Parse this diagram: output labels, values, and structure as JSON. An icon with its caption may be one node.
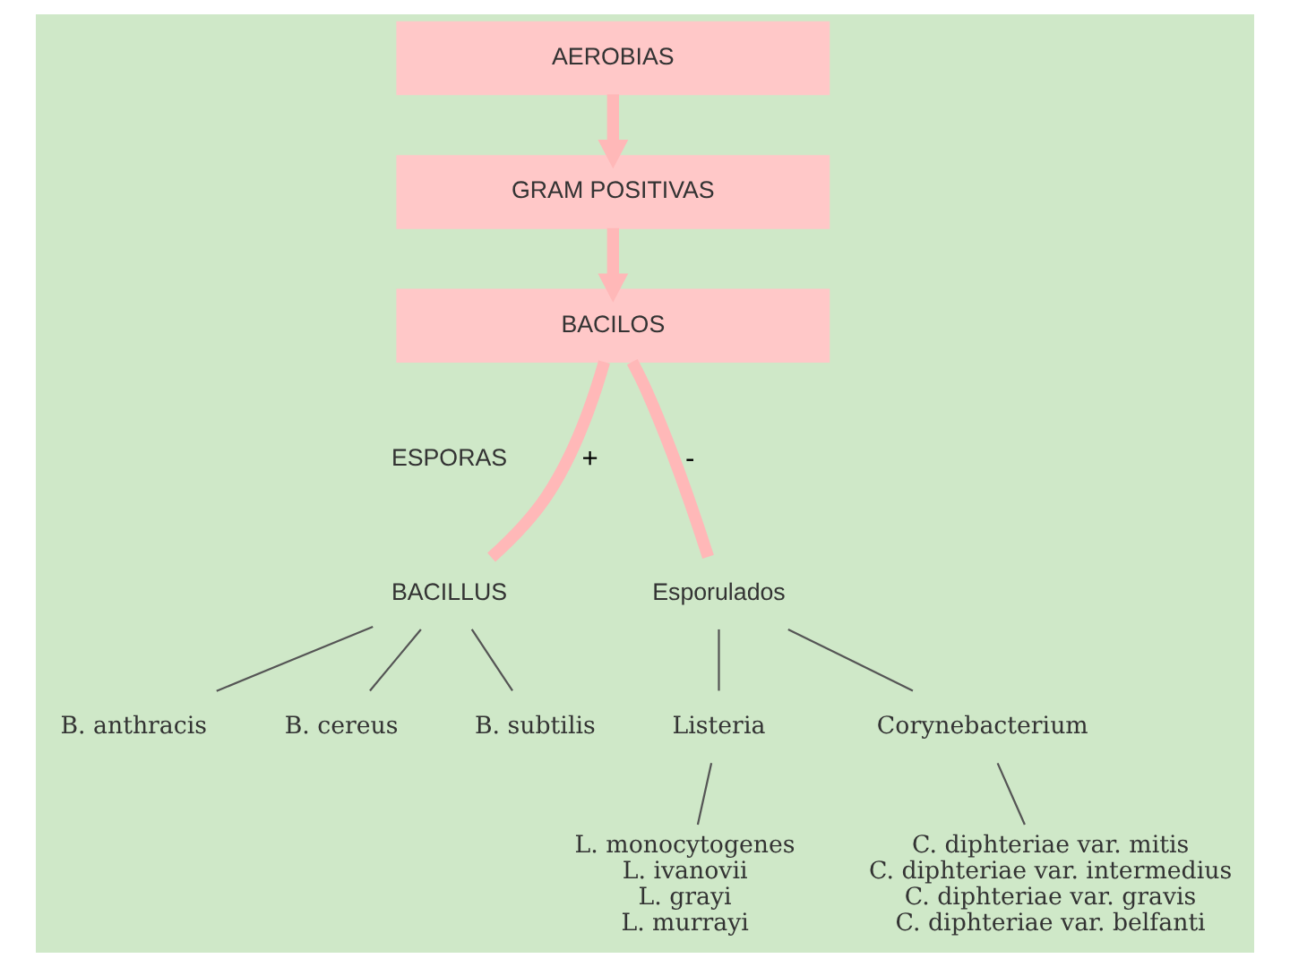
{
  "diagram": {
    "nodes": [
      {
        "text": [
          "AEROBIAS"
        ]
      },
      {
        "text": [
          "GRAM POSITIVAS"
        ]
      },
      {
        "text": [
          "BACILOS"
        ]
      },
      {
        "text": [
          "BACILLUS"
        ]
      },
      {
        "text": [
          "Esporulados"
        ]
      },
      {
        "text": [
          "B. anthracis"
        ]
      },
      {
        "text": [
          "B. cereus"
        ]
      },
      {
        "text": [
          "B. subtilis"
        ]
      },
      {
        "text": [
          "Listeria"
        ]
      },
      {
        "text": [
          "Corynebacterium"
        ]
      },
      {
        "text": [
          "L. monocytogenes",
          "L. ivanovii",
          "L. grayi",
          "L. murrayi"
        ]
      },
      {
        "text": [
          "C. diphteriae var. mitis",
          "C. diphteriae var. intermedius",
          "C. diphteriae var. gravis",
          "C. diphteriae var. belfanti"
        ]
      }
    ],
    "edges": [
      {
        "from": 0,
        "to": 1,
        "arrow": "to",
        "style": "thick",
        "color": "#ffb8b8"
      },
      {
        "from": 1,
        "to": 2,
        "arrow": "to",
        "style": "thick",
        "color": "#ffb8b8"
      },
      {
        "from": 2,
        "to": 3,
        "arrow": "none",
        "label": "+",
        "style": "thick",
        "color": "#ffb8b8"
      },
      {
        "from": 2,
        "to": 4,
        "arrow": "none",
        "label": "-",
        "style": "thick",
        "color": "#ffb8b8"
      },
      {
        "from": 3,
        "to": 5,
        "arrow": "none"
      },
      {
        "from": 3,
        "to": 6,
        "arrow": "none"
      },
      {
        "from": 3,
        "to": 7,
        "arrow": "none"
      },
      {
        "from": 4,
        "to": 8,
        "arrow": "none"
      },
      {
        "from": 4,
        "to": 9,
        "arrow": "none"
      },
      {
        "from": 8,
        "to": 10,
        "arrow": "none"
      },
      {
        "from": 9,
        "to": 11,
        "arrow": "none"
      }
    ],
    "labels": [
      "ESPORAS"
    ]
  }
}
